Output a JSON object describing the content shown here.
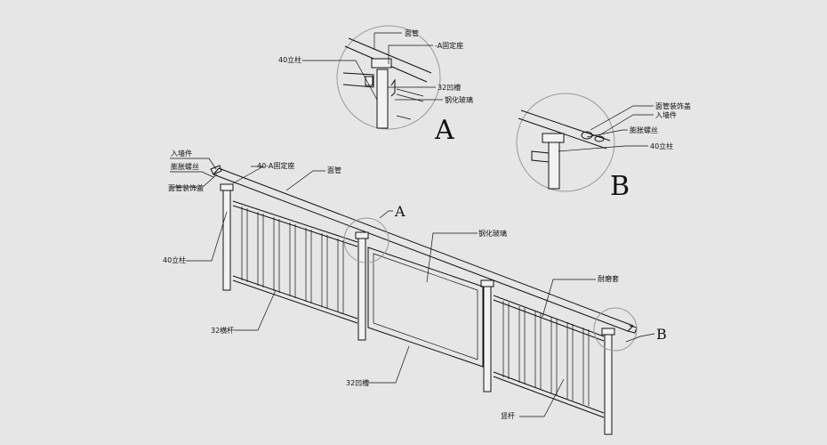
{
  "labels": {
    "top_rail_a": "面管",
    "fixed_seat_a": "-A固定座",
    "post_40_a": "40立柱",
    "groove_32_a": "32凹槽",
    "tempered_glass_a": "钢化玻璃",
    "detail_a": "A",
    "rail_cover_b": "面管装饰盖",
    "wall_piece_b": "入墙件",
    "expansion_screw_b": "膨胀螺丝",
    "post_40_b": "40立柱",
    "detail_b": "B",
    "wall_piece_main": "入墙件",
    "expansion_screw_main": "膨胀螺丝",
    "fixed_seat_main": "40-A固定座",
    "rail_cover_main": "面管装饰盖",
    "top_rail_main": "面管",
    "callout_a": "A",
    "post_40_main": "40立柱",
    "tempered_glass_main": "钢化玻璃",
    "wear_sleeve": "耐磨套",
    "callout_b": "B",
    "crossbar_32": "32横杆",
    "groove_32_main": "32凹槽",
    "baluster": "竖杆"
  }
}
